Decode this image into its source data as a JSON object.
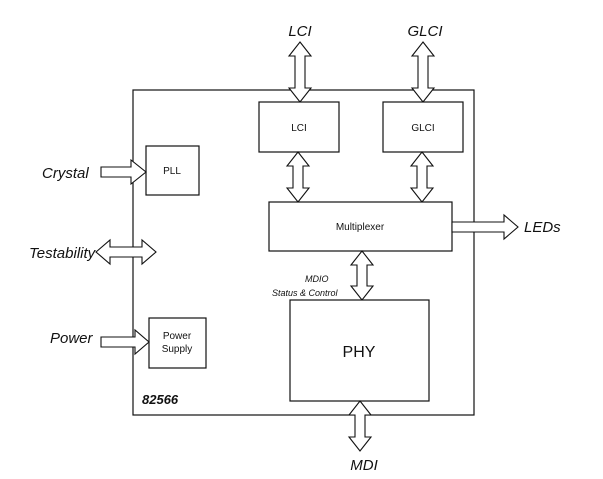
{
  "chip_label": "82566",
  "external": {
    "lci": "LCI",
    "glci": "GLCI",
    "crystal": "Crystal",
    "testability": "Testability",
    "power": "Power",
    "leds": "LEDs",
    "mdi": "MDI"
  },
  "blocks": {
    "lci": "LCI",
    "glci": "GLCI",
    "pll": "PLL",
    "multiplexer": "Multiplexer",
    "power_supply_line1": "Power",
    "power_supply_line2": "Supply",
    "phy": "PHY"
  },
  "mdio": {
    "line1": "MDIO",
    "line2": "Status & Control"
  }
}
